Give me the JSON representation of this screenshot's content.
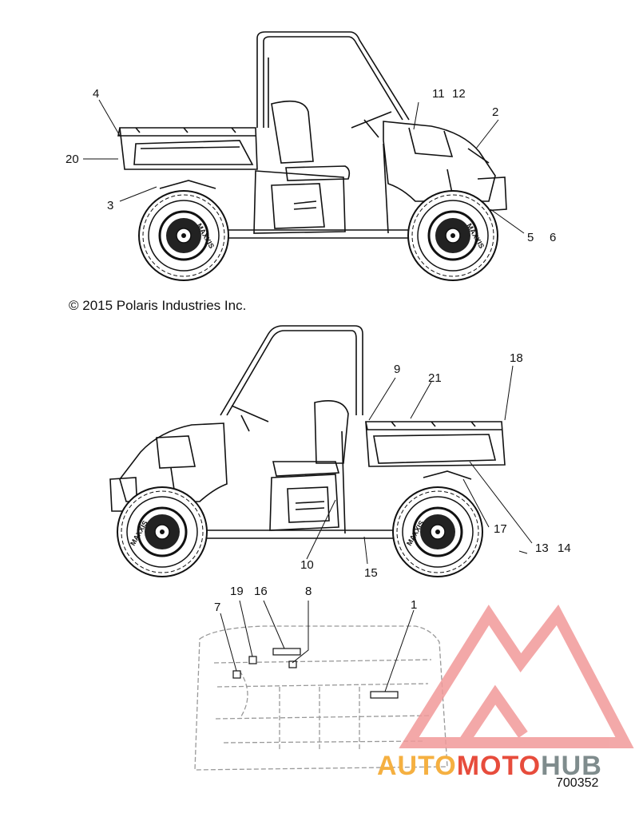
{
  "copyright": "© 2015 Polaris Industries Inc.",
  "part_number": "700352",
  "watermark": {
    "part1": "AUTO",
    "part2": "MOTO",
    "part3": "HUB",
    "color1": "#f5b041",
    "color2": "#e74c3c",
    "color3": "#7f8c8d"
  },
  "tire_brand": "MAXXIS",
  "callouts": {
    "c1": "1",
    "c2": "2",
    "c3": "3",
    "c4": "4",
    "c5": "5",
    "c6": "6",
    "c7": "7",
    "c8": "8",
    "c9": "9",
    "c10": "10",
    "c11": "11",
    "c12": "12",
    "c13": "13",
    "c14": "14",
    "c15": "15",
    "c16": "16",
    "c17": "17",
    "c18": "18",
    "c19": "19",
    "c20": "20",
    "c21": "21"
  }
}
